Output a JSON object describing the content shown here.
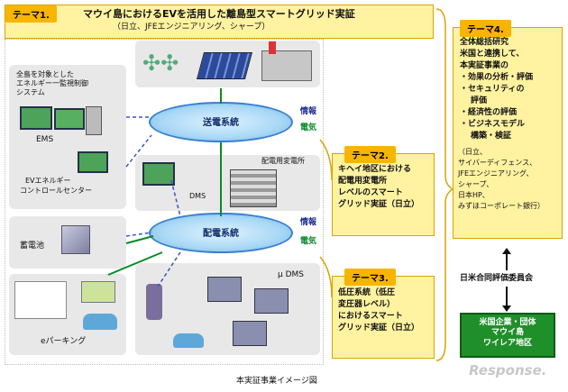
{
  "theme1": {
    "tag": "テーマ1.",
    "title": "マウイ島におけるEVを活用した離島型スマートグリッド実証",
    "members": "（日立、JFEエンジニアリング、シャープ）"
  },
  "control": {
    "caption_line1": "全島を対象とした",
    "caption_line2": "エネルギー一監視制御",
    "caption_line3": "システム",
    "ems": "EMS",
    "ev_center_line1": "EVエネルギー",
    "ev_center_line2": "コントロールセンター"
  },
  "grid": {
    "transmission": "送電系統",
    "distribution": "配電系統",
    "info_label": "情報",
    "power_label": "電気",
    "substation": "配電用変電所",
    "dms": "DMS",
    "micro_dms": "μ DMS"
  },
  "left": {
    "battery": "蓄電池",
    "eparking": "eパーキング"
  },
  "theme2": {
    "tag": "テーマ2.",
    "line1": "キヘイ地区における",
    "line2": "配電用変電所",
    "line3": "レベルのスマート",
    "line4": "グリッド実証（日立）"
  },
  "theme3": {
    "tag": "テーマ3.",
    "line1": "低圧系統（低圧",
    "line2": "変圧器レベル）",
    "line3": "におけるスマート",
    "line4": "グリッド実証（日立）"
  },
  "theme4": {
    "tag": "テーマ4.",
    "line1": "全体総括研究",
    "line2": "米国と連携して、",
    "line3": "本実証事業の",
    "b1": "・効果の分析・評価",
    "b2a": "・セキュリティの",
    "b2b": "評価",
    "b3": "・経済性の評価",
    "b4a": "・ビジネスモデル",
    "b4b": "構築・検証",
    "m1": "（日立、",
    "m2": "サイバーディフェンス、",
    "m3": "JFEエンジニアリング、",
    "m4": "シャープ、",
    "m5": "日本HP、",
    "m6": "みずほコーポレート銀行）"
  },
  "committee": "日米合同評価委員会",
  "partners": {
    "line1": "米国企業・団体",
    "line2": "マウイ島",
    "line3": "ワイレア地区"
  },
  "caption": "本実証事業イメージ図",
  "watermark": "Response."
}
